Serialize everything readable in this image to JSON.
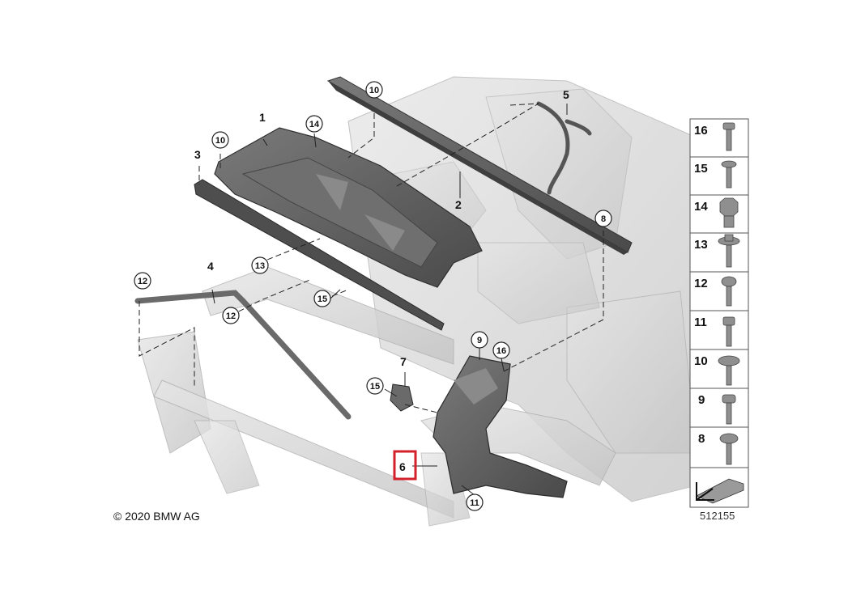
{
  "copyright": "© 2020 BMW AG",
  "diagram_number": "512155",
  "callouts_plain": [
    "1",
    "2",
    "3",
    "4",
    "5",
    "6",
    "7"
  ],
  "callouts_circled": [
    "10",
    "14",
    "10",
    "8",
    "13",
    "12",
    "12",
    "15",
    "9",
    "16",
    "15",
    "11"
  ],
  "highlighted_callout": "6",
  "legend_items": [
    "16",
    "15",
    "14",
    "13",
    "12",
    "11",
    "10",
    "9",
    "8"
  ],
  "colors": {
    "highlight": "#d4202a",
    "part_dark": "#5c5c5c",
    "ghost": "#c8c8c8"
  }
}
